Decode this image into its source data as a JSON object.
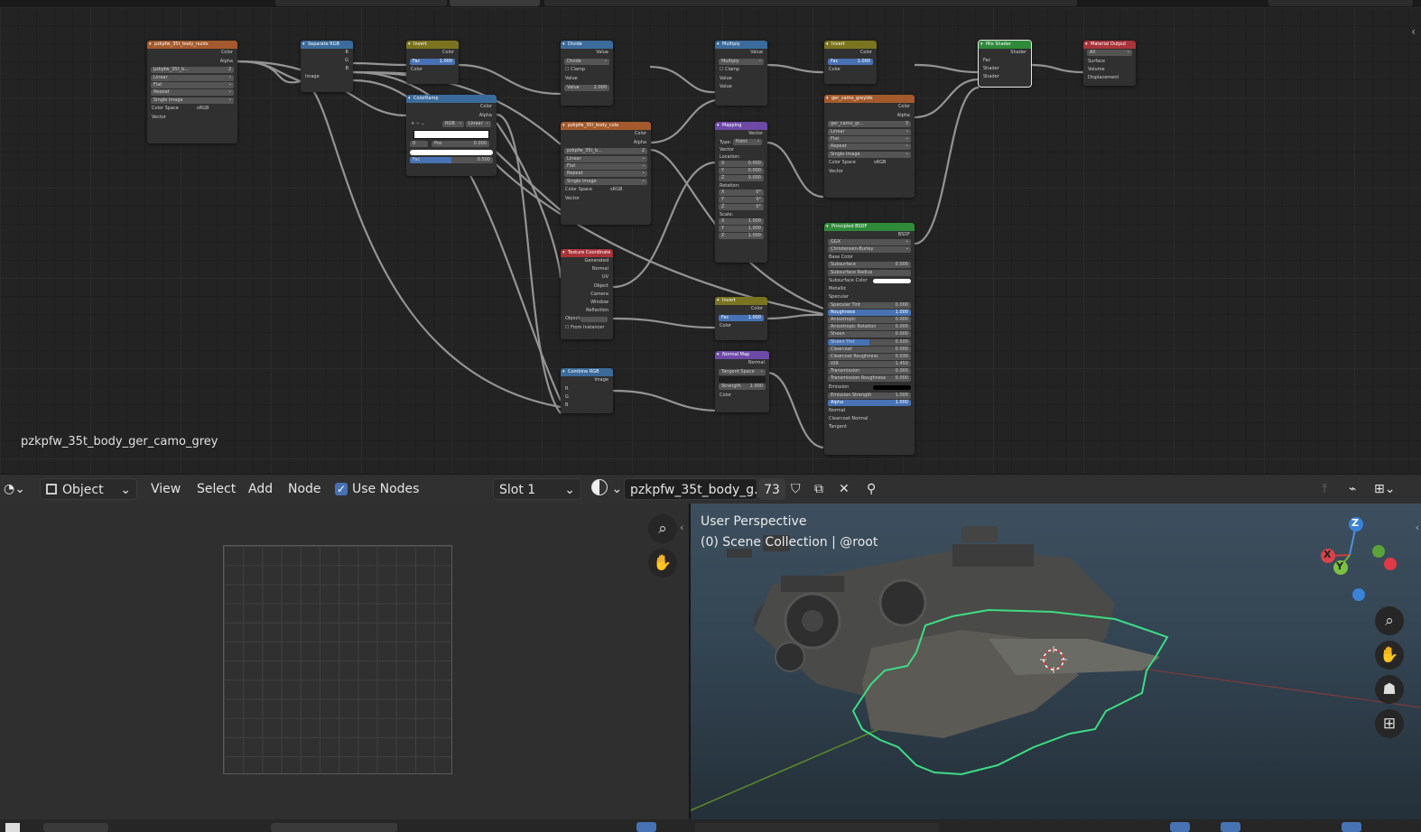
{
  "node_editor": {
    "material_label": "pzkpfw_35t_body_ger_camo_grey",
    "nodes": {
      "img1": {
        "title": "pzkpfw_35t_body_nuidx",
        "out_color": "Color",
        "out_alpha": "Alpha",
        "image_name": "pzkpfw_35t_b...",
        "image_users": "2",
        "interp": "Linear",
        "proj": "Flat",
        "ext": "Repeat",
        "source": "Single Image",
        "cs_label": "Color Space",
        "cs_value": "sRGB",
        "in_vector": "Vector"
      },
      "sep": {
        "title": "Separate RGB",
        "out_r": "R",
        "out_g": "G",
        "out_b": "B",
        "in_image": "Image"
      },
      "inv1": {
        "title": "Invert",
        "out_color": "Color",
        "fac_label": "Fac",
        "fac_value": "1.000",
        "in_color": "Color"
      },
      "ramp": {
        "title": "ColorRamp",
        "out_color": "Color",
        "out_alpha": "Alpha",
        "mode": "RGB",
        "interp": "Linear",
        "idx": "0",
        "pos_label": "Pos",
        "pos_value": "0.000",
        "fac_label": "Fac",
        "fac_value": "0.500"
      },
      "divide": {
        "title": "Divide",
        "out_value": "Value",
        "op": "Divide",
        "clamp": "Clamp",
        "in_value": "Value",
        "val_label": "Value",
        "val_value": "2.000"
      },
      "img2": {
        "title": "pzkpfw_35t_body_cola",
        "out_color": "Color",
        "out_alpha": "Alpha",
        "image_name": "pzkpfw_35t_b...",
        "image_users": "2",
        "interp": "Linear",
        "proj": "Flat",
        "ext": "Repeat",
        "source": "Single Image",
        "cs_label": "Color Space",
        "cs_value": "sRGB",
        "in_vector": "Vector"
      },
      "texco": {
        "title": "Texture Coordinate",
        "outs": [
          "Generated",
          "Normal",
          "UV",
          "Object",
          "Camera",
          "Window",
          "Reflection"
        ],
        "object_label": "Object:",
        "from_instancer": "From Instancer"
      },
      "combine": {
        "title": "Combine RGB",
        "out_image": "Image",
        "in_r": "R",
        "in_g": "G",
        "in_b": "B"
      },
      "multiply": {
        "title": "Multiply",
        "out_value": "Value",
        "op": "Multiply",
        "clamp": "Clamp",
        "in_value1": "Value",
        "in_value2": "Value"
      },
      "mapping": {
        "title": "Mapping",
        "out_vector": "Vector",
        "type_label": "Type:",
        "type_value": "Point",
        "in_vector": "Vector",
        "location": "Location:",
        "rotation": "Rotation:",
        "scale": "Scale:",
        "loc": [
          "0.000",
          "0.000",
          "0.000"
        ],
        "rot": [
          "0°",
          "0°",
          "0°"
        ],
        "scl": [
          "1.000",
          "1.000",
          "1.000"
        ],
        "axes": [
          "X",
          "Y",
          "Z"
        ]
      },
      "inv2": {
        "title": "Invert",
        "out_color": "Color",
        "fac_label": "Fac",
        "fac_value": "1.000",
        "in_color": "Color"
      },
      "normalmap": {
        "title": "Normal Map",
        "out_normal": "Normal",
        "space": "Tangent Space",
        "strength_label": "Strength",
        "strength_value": "1.000",
        "in_color": "Color"
      },
      "inv3": {
        "title": "Invert",
        "out_color": "Color",
        "fac_label": "Fac",
        "fac_value": "1.000",
        "in_color": "Color"
      },
      "img3": {
        "title": "ger_camo_greyldx",
        "out_color": "Color",
        "out_alpha": "Alpha",
        "image_name": "ger_camo_gr...",
        "image_users": "3",
        "interp": "Linear",
        "proj": "Flat",
        "ext": "Repeat",
        "source": "Single Image",
        "cs_label": "Color Space",
        "cs_value": "sRGB",
        "in_vector": "Vector"
      },
      "bsdf": {
        "title": "Principled BSDF",
        "out_bsdf": "BSDF",
        "dist": "GGX",
        "sss_method": "Christensen-Burley",
        "base_color": "Base Color",
        "props": [
          [
            "Subsurface",
            "0.000"
          ],
          [
            "Subsurface Radius",
            ""
          ],
          [
            "Subsurface Color",
            ""
          ],
          [
            "Metallic",
            ""
          ],
          [
            "Specular",
            ""
          ],
          [
            "Specular Tint",
            "0.000"
          ],
          [
            "Roughness",
            "1.000"
          ],
          [
            "Anisotropic",
            "0.000"
          ],
          [
            "Anisotropic Rotation",
            "0.000"
          ],
          [
            "Sheen",
            "0.000"
          ],
          [
            "Sheen Tint",
            "0.500"
          ],
          [
            "Clearcoat",
            "0.000"
          ],
          [
            "Clearcoat Roughness",
            "0.030"
          ],
          [
            "IOR",
            "1.450"
          ],
          [
            "Transmission",
            "0.000"
          ],
          [
            "Transmission Roughness",
            "0.000"
          ],
          [
            "Emission",
            ""
          ],
          [
            "Emission Strength",
            "1.000"
          ],
          [
            "Alpha",
            "1.000"
          ],
          [
            "Normal",
            ""
          ],
          [
            "Clearcoat Normal",
            ""
          ],
          [
            "Tangent",
            ""
          ]
        ]
      },
      "mix": {
        "title": "Mix Shader",
        "out_shader": "Shader",
        "in_fac": "Fac",
        "in_shader1": "Shader",
        "in_shader2": "Shader"
      },
      "output": {
        "title": "Material Output",
        "target": "All",
        "in_surface": "Surface",
        "in_volume": "Volume",
        "in_disp": "Displacement"
      }
    }
  },
  "header": {
    "mode": "Object",
    "menus": [
      "View",
      "Select",
      "Add",
      "Node"
    ],
    "use_nodes": "Use Nodes",
    "slot": "Slot 1",
    "material_name": "pzkpfw_35t_body_g...",
    "users": "73"
  },
  "viewport": {
    "perspective": "User Perspective",
    "collection": "(0) Scene Collection | @root",
    "gizmo": {
      "x": "X",
      "y": "Y",
      "z": "Z"
    }
  },
  "colors": {
    "accent": "#4772b3",
    "selection": "#3ddc84"
  }
}
